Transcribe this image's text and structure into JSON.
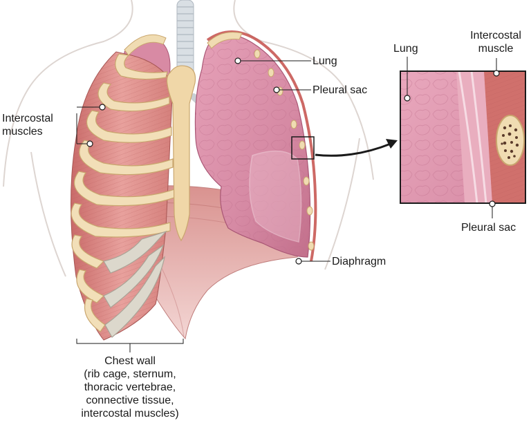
{
  "labels": {
    "lung": "Lung",
    "pleural_sac": "Pleural sac",
    "diaphragm": "Diaphragm",
    "intercostal_muscles": [
      "Intercostal",
      "muscles"
    ],
    "chest_wall": [
      "Chest wall",
      "(rib cage, sternum,",
      "thoracic vertebrae,",
      "connective tissue,",
      "intercostal muscles)"
    ],
    "inset_lung": "Lung",
    "inset_intercostal_muscle": [
      "Intercostal",
      "muscle"
    ],
    "inset_pleural_sac": "Pleural sac"
  },
  "colors": {
    "lung_tissue": "#d98aa3",
    "lung_shadow": "#c26f8b",
    "muscle": "#e1908c",
    "muscle_dark": "#c9706c",
    "bone": "#f0ddb8",
    "bone_edge": "#d8bf8f",
    "diaphragm": "#e2a4a2",
    "body_outline": "#d8d0cc",
    "trachea": "#cfd6dc",
    "leader_line": "#1a1a1a"
  }
}
